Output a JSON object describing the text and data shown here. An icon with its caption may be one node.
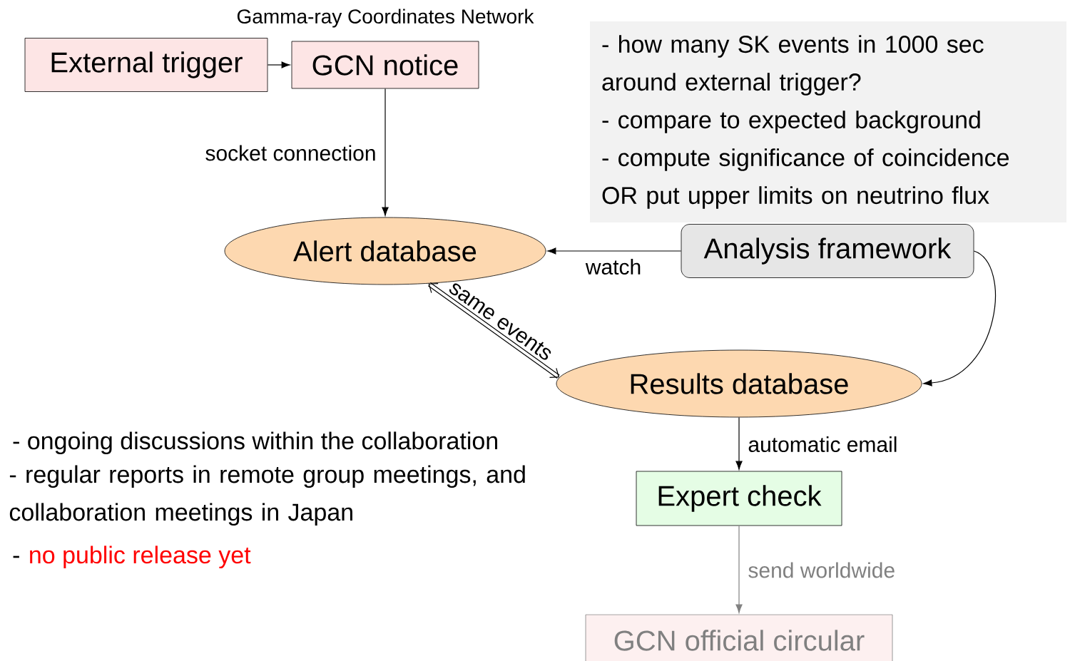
{
  "diagram": {
    "nodes": [
      {
        "text": [
          "External trigger"
        ]
      },
      {
        "text": [
          "GCN notice"
        ],
        "beside": [
          "Gamma-ray Coordinates Network"
        ]
      },
      {
        "text": [
          "Alert database"
        ]
      },
      {
        "text": [
          "Analysis framework"
        ]
      },
      {
        "text": [
          "Results database"
        ]
      },
      {
        "text": [
          "Expert check"
        ]
      },
      {
        "text": [
          "GCN official circular"
        ]
      },
      {
        "text": [
          "- how many SK events in 1000 sec around external trigger?",
          "- compare to expected background",
          "- compute significance of coincidence",
          "OR put upper limits on neutrino flux"
        ]
      }
    ],
    "edges": [
      {
        "from": 0,
        "to": 1,
        "arrow": "to"
      },
      {
        "from": 1,
        "to": 2,
        "arrow": "to",
        "label": "socket connection"
      },
      {
        "from": 3,
        "to": 2,
        "arrow": "to",
        "label": "watch"
      },
      {
        "from": 2,
        "to": 4,
        "arrow": "both",
        "label": "same events",
        "style": "thick"
      },
      {
        "from": 3,
        "to": 4,
        "arrow": "to"
      },
      {
        "from": 4,
        "to": 5,
        "arrow": "to",
        "label": "automatic email"
      },
      {
        "from": 5,
        "to": 6,
        "arrow": "to",
        "label": "send worldwide",
        "color": "#808080"
      }
    ],
    "labels": [
      "- ongoing discussions within the collaboration",
      "- regular reports in remote group meetings, and collaboration meetings in Japan",
      "-",
      "no public release yet"
    ]
  }
}
